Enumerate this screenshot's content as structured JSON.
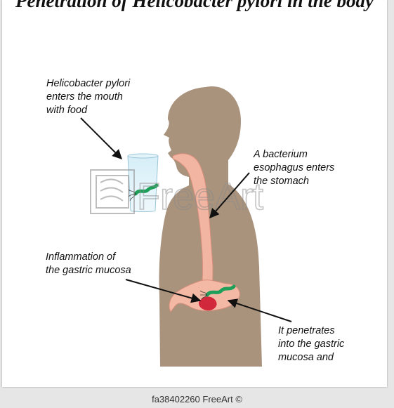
{
  "title": "Penetration of Helicobacter pylori in the body",
  "labels": {
    "mouth": [
      "Helicobacter pylori",
      "enters the mouth",
      "with food"
    ],
    "esophagus": [
      "A bacterium",
      "esophagus enters",
      "the stomach"
    ],
    "inflammation": [
      "Inflammation of",
      "the gastric mucosa"
    ],
    "penetrates": [
      "It penetrates",
      "into the gastric",
      "mucosa and"
    ]
  },
  "watermark": "FreeArt",
  "footer": "fa38402260 FreeArt ©",
  "colors": {
    "silhouette": "#a9937d",
    "esophagus": "#f2b5a1",
    "stomach": "#f4b9a4",
    "inflamed_spot": "#d2283c",
    "bacterium": "#1fa05a",
    "arrow": "#111111"
  }
}
